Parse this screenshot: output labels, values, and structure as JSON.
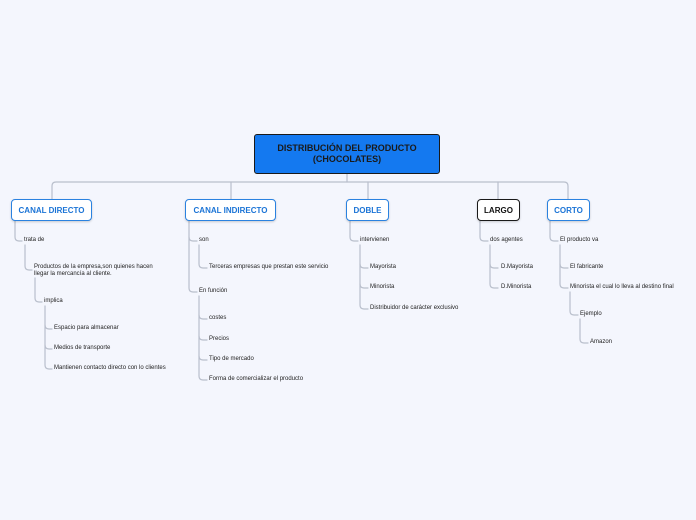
{
  "root": {
    "line1": "DISTRIBUCIÓN DEL PRODUCTO",
    "line2": "(CHOCOLATES)"
  },
  "branches": [
    {
      "label": "CANAL DIRECTO",
      "nodes": [
        "trata de",
        "Productos de la empresa,son quienes hacen",
        "llegar la mercancía al cliente.",
        "implica",
        "Espacio para almacenar",
        "Medios de transporte",
        "Mantienen contacto directo con lo clientes"
      ]
    },
    {
      "label": "CANAL INDIRECTO",
      "nodes": [
        "son",
        "Terceras empresas que prestan este servicio",
        "En función",
        "costes",
        "Precios",
        "Tipo de mercado",
        "Forma de comercializar el producto"
      ]
    },
    {
      "label": "DOBLE",
      "nodes": [
        "intervienen",
        "Mayorista",
        "Minorista",
        "Distribuidor de carácter exclusivo"
      ]
    },
    {
      "label": "LARGO",
      "nodes": [
        "dos agentes",
        "D.Mayorista",
        "D.Minorista"
      ]
    },
    {
      "label": "CORTO",
      "nodes": [
        "El producto va",
        "El fabricante",
        "Minorista el cual lo lleva al destino final",
        "Ejemplo",
        "Amazon"
      ]
    }
  ]
}
